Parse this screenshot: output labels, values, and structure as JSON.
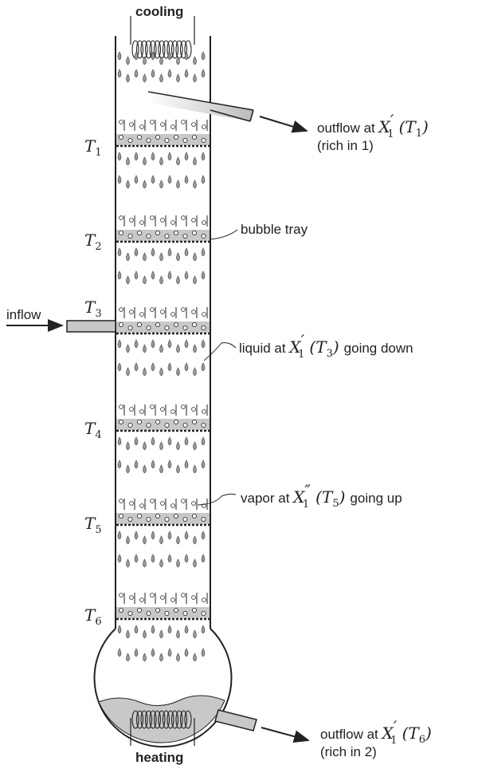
{
  "top_label": "cooling",
  "bottom_label": "heating",
  "inflow_label": "inflow",
  "temperatures": [
    {
      "T": "T",
      "sub": "1"
    },
    {
      "T": "T",
      "sub": "2"
    },
    {
      "T": "T",
      "sub": "3"
    },
    {
      "T": "T",
      "sub": "4"
    },
    {
      "T": "T",
      "sub": "5"
    },
    {
      "T": "T",
      "sub": "6"
    }
  ],
  "outflow_top": {
    "line1_prefix": "outflow at ",
    "X": "X",
    "sup": "′",
    "sub": "1",
    "paren_open": "(",
    "T": "T",
    "Tsub": "1",
    "paren_close": ")",
    "line2": "(rich in 1)"
  },
  "bubble_tray_label": "bubble tray",
  "liquid_label": {
    "prefix": "liquid at ",
    "X": "X",
    "sup": "′",
    "sub": "1",
    "paren_open": "(",
    "T": "T",
    "Tsub": "3",
    "paren_close": ")",
    "suffix": "going down"
  },
  "vapor_label": {
    "prefix": "vapor at ",
    "X": "X",
    "sup": "″",
    "sub": "1",
    "paren_open": "(",
    "T": "T",
    "Tsub": "5",
    "paren_close": ")",
    "suffix": "going up"
  },
  "outflow_bottom": {
    "line1_prefix": "outflow at ",
    "X": "X",
    "sup": "′",
    "sub": "1",
    "paren_open": "(",
    "T": "T",
    "Tsub": "6",
    "paren_close": ")",
    "line2": "(rich in 2)"
  }
}
